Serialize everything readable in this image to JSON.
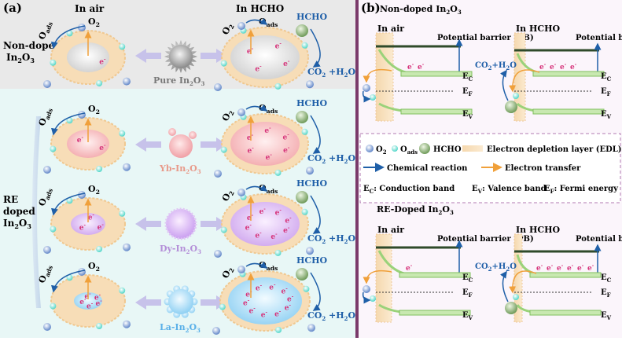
{
  "left": {
    "panel_label": "(a)",
    "in_air": "In air",
    "in_hcho": "In HCHO",
    "non_doped_line1": "Non-doped",
    "non_doped_line2": "In",
    "re_line1": "RE",
    "re_line2": "doped",
    "re_line3": "In",
    "o2": "O",
    "oads": "O",
    "hcho": "HCHO",
    "co2h2o": "CO",
    "h2o": "+H",
    "electron": "e",
    "pure": "Pure In",
    "yb": "Yb-In",
    "dy": "Dy-In",
    "la": "La-In"
  },
  "right": {
    "panel_label": "(b)",
    "title_nondoped": "Non-doped In",
    "title_redoped": "RE-Doped In",
    "in_air": "In air",
    "in_hcho": "In HCHO",
    "pb": "Potential barrier (PB)",
    "ec": "E",
    "ef": "E",
    "ev": "E",
    "co2": "CO",
    "legend": {
      "o2": "O",
      "oads": "O",
      "hcho": "HCHO",
      "edl": "Electron depletion layer (EDL)",
      "chem": "Chemical reaction",
      "etransfer": "Electron transfer",
      "ec_def": ": Conduction band",
      "ev_def": ": Valence band",
      "ef_def": ": Fermi energy"
    }
  },
  "colors": {
    "left_top_bg": "#e9e9e9",
    "left_bottom_bg": "#e8f7f6",
    "right_bg": "#fbf5fb",
    "divider": "#7a3a6a",
    "shell": "#f7ddb7",
    "electron": "#d6337a",
    "arrow_blue": "#1f5fa8",
    "arrow_orange": "#f0a03a",
    "label_pink": "#e89a8a",
    "label_violet": "#b48fd8",
    "label_blue": "#5ab0e8",
    "band_green": "#9ad27a",
    "pb_dark": "#2f4a2a"
  }
}
